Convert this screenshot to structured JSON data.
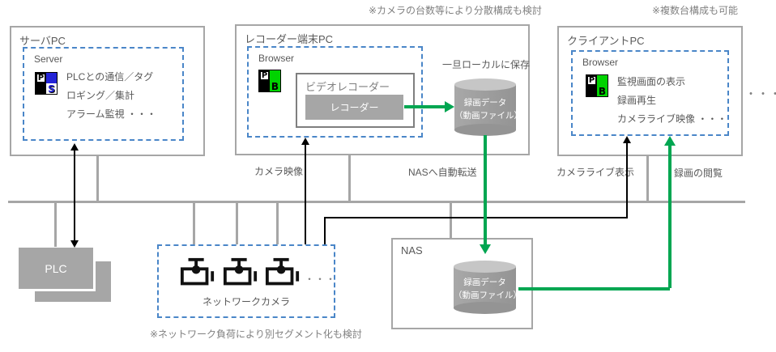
{
  "annotations": {
    "top_middle": "※カメラの台数等により分散構成も検討",
    "top_right": "※複数台構成も可能",
    "bottom": "※ネットワーク負荷により別セグメント化も検討"
  },
  "server_pc": {
    "title": "サーバPC",
    "app_label": "Server",
    "icon_letters": [
      "P",
      "S"
    ],
    "features": [
      "PLCとの通信／タグ",
      "ロギング／集計",
      "アラーム監視 ・・・"
    ]
  },
  "recorder_pc": {
    "title": "レコーダー端末PC",
    "app_label": "Browser",
    "icon_letters": [
      "P",
      "B"
    ],
    "video_recorder_title": "ビデオレコーダー",
    "recorder_label": "レコーダー",
    "local_save_label": "一旦ローカルに保存",
    "cylinder_line1": "録画データ",
    "cylinder_line2": "（動画ファイル）"
  },
  "client_pc": {
    "title": "クライアントPC",
    "app_label": "Browser",
    "icon_letters": [
      "P",
      "B"
    ],
    "features": [
      "監視画面の表示",
      "録画再生",
      "カメラライブ映像 ・・・"
    ],
    "more_indicator": "・・・"
  },
  "nas": {
    "title": "NAS",
    "cylinder_line1": "録画データ",
    "cylinder_line2": "（動画ファイル）"
  },
  "plc": {
    "label": "PLC"
  },
  "cameras": {
    "label": "ネットワークカメラ",
    "more_indicator": "・・・"
  },
  "flow_labels": {
    "camera_video": "カメラ映像",
    "nas_auto_transfer": "NASへ自動転送",
    "camera_live": "カメラライブ表示",
    "recording_view": "録画の閲覧"
  },
  "colors": {
    "flow_green": "#00a651",
    "line_gray": "#a6a6a6",
    "dashed_blue": "#4a86c8",
    "icon_blue": "#2323d6",
    "icon_green": "#00d300"
  }
}
